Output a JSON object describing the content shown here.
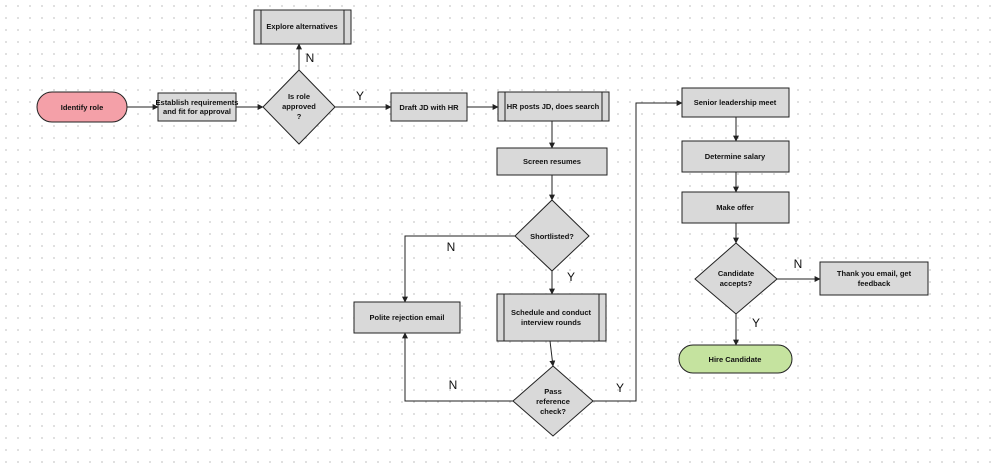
{
  "nodes": {
    "identify_role": "Identify role",
    "establish": [
      "Establish requirements",
      "and fit for approval"
    ],
    "role_approved": [
      "Is role",
      "approved",
      "?"
    ],
    "explore": "Explore alternatives",
    "draft_jd": "Draft JD with HR",
    "hr_posts": "HR posts JD, does search",
    "screen": "Screen resumes",
    "shortlisted": "Shortlisted?",
    "rejection": "Polite rejection email",
    "interview": [
      "Schedule and conduct",
      "interview rounds"
    ],
    "reference": [
      "Pass",
      "reference",
      "check?"
    ],
    "senior": "Senior leadership meet",
    "salary": "Determine salary",
    "offer": "Make offer",
    "accepts": [
      "Candidate",
      "accepts?"
    ],
    "thankyou": [
      "Thank you email, get",
      "feedback"
    ],
    "hire": "Hire Candidate"
  },
  "edge_labels": {
    "approved_no": "N",
    "approved_yes": "Y",
    "shortlisted_no": "N",
    "shortlisted_yes": "Y",
    "reference_no": "N",
    "reference_yes": "Y",
    "accepts_no": "N",
    "accepts_yes": "Y"
  }
}
